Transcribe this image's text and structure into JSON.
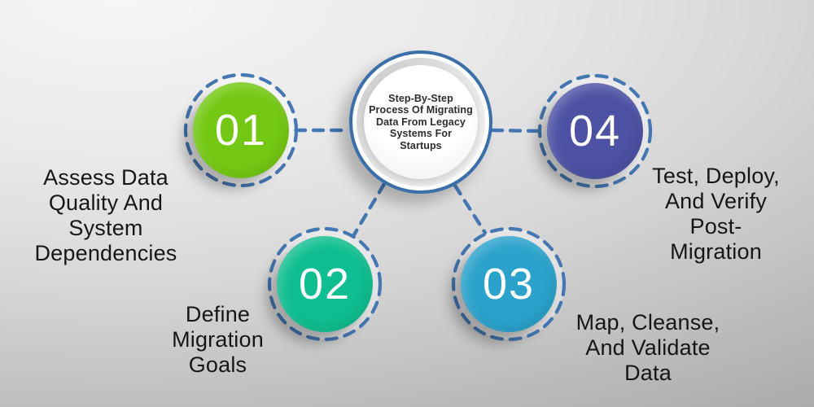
{
  "title": "Step-By-Step Process Of Migrating Data From Legacy Systems For Startups",
  "center": {
    "lines": [
      "Step-By-Step",
      "Process Of Migrating",
      "Data From Legacy",
      "Systems For",
      "Startups"
    ]
  },
  "steps": [
    {
      "number": "01",
      "color": "#74c813",
      "label": "Assess Data Quality And System Dependencies",
      "label_lines": [
        "Assess Data",
        "Quality And",
        "System",
        "Dependencies"
      ]
    },
    {
      "number": "02",
      "color": "#0fbe90",
      "label": "Define Migration Goals",
      "label_lines": [
        "Define",
        "Migration",
        "Goals"
      ]
    },
    {
      "number": "03",
      "color": "#2aa2cb",
      "label": "Map, Cleanse, And Validate Data",
      "label_lines": [
        "Map, Cleanse,",
        "And Validate",
        "Data"
      ]
    },
    {
      "number": "04",
      "color": "#4c51a4",
      "label": "Test, Deploy, And Verify Post-Migration",
      "label_lines": [
        "Test, Deploy,",
        "And Verify",
        "Post-",
        "Migration"
      ]
    }
  ],
  "colors": {
    "connector_blue": "#4577b2",
    "hub_ring_blue": "#3a6fa9",
    "label_text": "#161616",
    "number_text": "#ffffff"
  }
}
